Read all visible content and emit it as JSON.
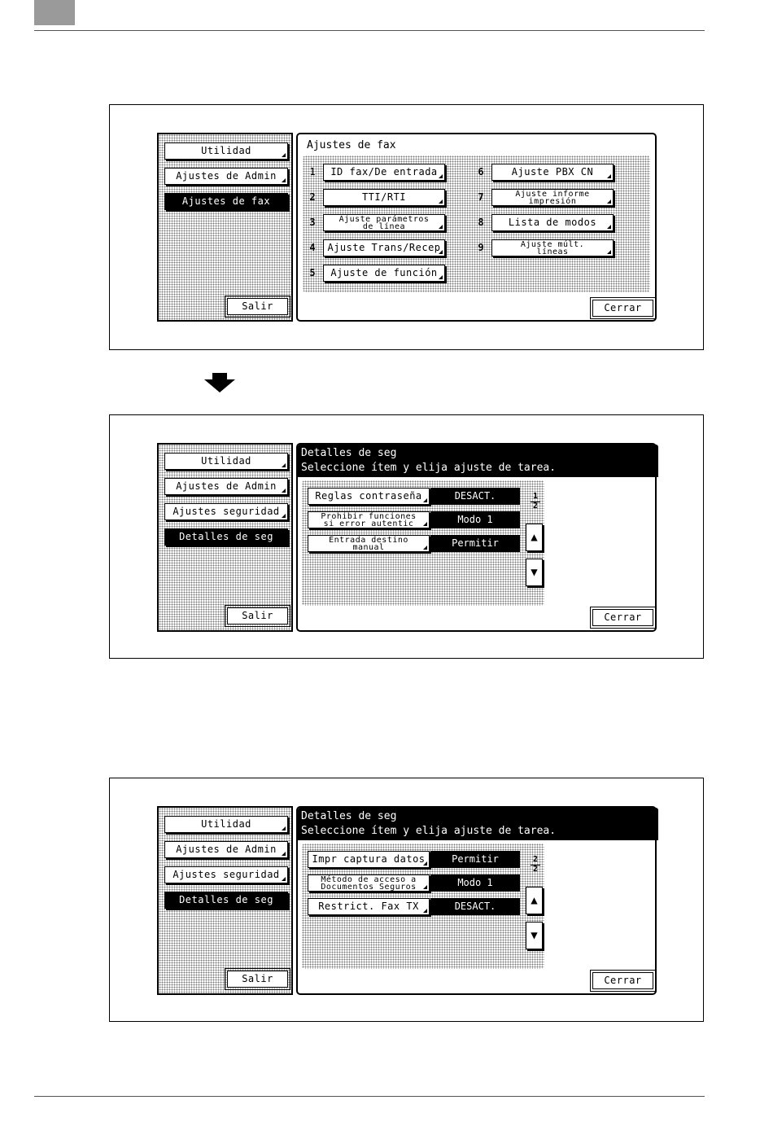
{
  "fax_screen": {
    "sidebar": [
      "Utilidad",
      "Ajustes de Admin",
      "Ajustes de fax"
    ],
    "salir": "Salir",
    "title": "Ajustes de fax",
    "items": [
      {
        "num": "1",
        "label": "ID fax/De entrada"
      },
      {
        "num": "2",
        "label": "TTI/RTI"
      },
      {
        "num": "3",
        "label": "Ajuste parámetros\nde línea"
      },
      {
        "num": "4",
        "label": "Ajuste Trans/Recep"
      },
      {
        "num": "5",
        "label": "Ajuste de función"
      },
      {
        "num": "6",
        "label": "Ajuste PBX CN"
      },
      {
        "num": "7",
        "label": "Ajuste informe\nimpresión"
      },
      {
        "num": "8",
        "label": "Lista de modos"
      },
      {
        "num": "9",
        "label": "Ajuste múlt.\nlíneas"
      }
    ],
    "cerrar": "Cerrar"
  },
  "details_screen_1": {
    "sidebar": [
      "Utilidad",
      "Ajustes de Admin",
      "Ajustes seguridad",
      "Detalles de seg"
    ],
    "salir": "Salir",
    "title": "Detalles de seg",
    "subtitle": "Seleccione ítem y elija ajuste de tarea.",
    "rows": [
      {
        "label": "Reglas contraseña",
        "value": "DESACT."
      },
      {
        "label": "Prohibir funciones\nsi error autentic",
        "value": "Modo 1"
      },
      {
        "label": "Entrada destino\nmanual",
        "value": "Permitir"
      }
    ],
    "page_current": "1",
    "page_total": "2",
    "up": "▲",
    "down": "▼",
    "cerrar": "Cerrar"
  },
  "details_screen_2": {
    "sidebar": [
      "Utilidad",
      "Ajustes de Admin",
      "Ajustes seguridad",
      "Detalles de seg"
    ],
    "salir": "Salir",
    "title": "Detalles de seg",
    "subtitle": "Seleccione ítem y elija ajuste de tarea.",
    "rows": [
      {
        "label": "Impr captura datos",
        "value": "Permitir"
      },
      {
        "label": "Método de acceso a\nDocumentos Seguros",
        "value": "Modo 1"
      },
      {
        "label": "Restrict. Fax TX",
        "value": "DESACT."
      }
    ],
    "page_current": "2",
    "page_total": "2",
    "up": "▲",
    "down": "▼",
    "cerrar": "Cerrar"
  }
}
